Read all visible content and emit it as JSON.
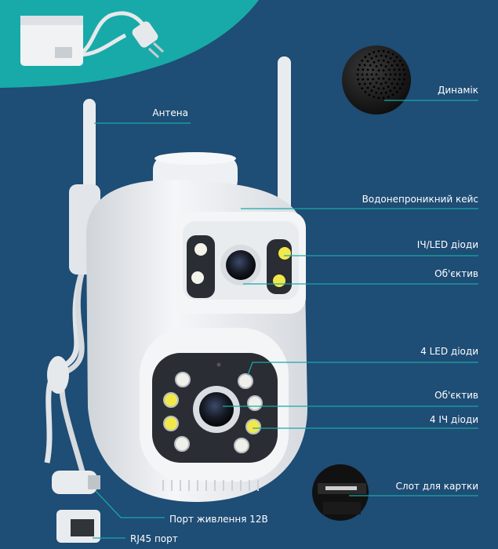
{
  "colors": {
    "background": "#1e4d75",
    "teal": "#18aaa8",
    "leader_line": "#1aa8a6",
    "label_text": "#ffffff",
    "camera_body": "#eceff2",
    "led_yellow": "#f3e84a"
  },
  "labels": {
    "antenna": "Антена",
    "speaker": "Динамік",
    "waterproof_case": "Водонепроникний кейс",
    "ir_led_diodes": "ІЧ/LED діоди",
    "lens_top": "Об'єктив",
    "four_led_diodes": "4 LED діоди",
    "lens_bottom": "Об'єктив",
    "four_ir_diodes": "4 ІЧ діоди",
    "card_slot": "Слот для картки",
    "power_port": "Порт живлення 12В",
    "rj45_port": "RJ45 порт"
  },
  "icons": [
    "power-adapter-icon",
    "speaker-icon",
    "sd-card-slot-icon",
    "camera-illustration"
  ]
}
